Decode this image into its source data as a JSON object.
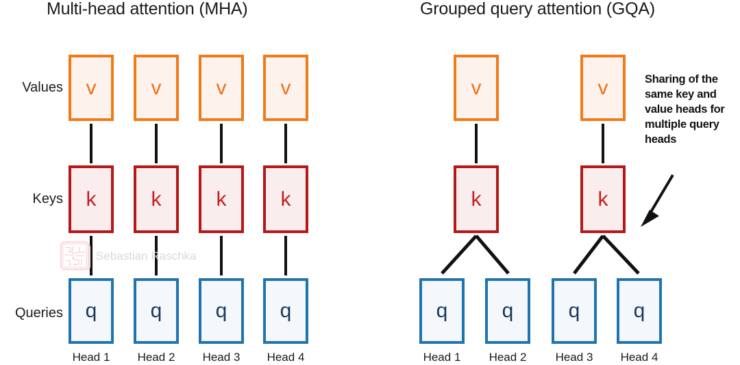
{
  "panels": [
    {
      "id": "mha",
      "title": "Multi-head attention (MHA)",
      "value_label": "v",
      "key_label": "k",
      "query_label": "q",
      "heads": [
        "Head 1",
        "Head 2",
        "Head 3",
        "Head 4"
      ]
    },
    {
      "id": "gqa",
      "title": "Grouped query attention (GQA)",
      "value_label": "v",
      "key_label": "k",
      "query_label": "q",
      "heads": [
        "Head 1",
        "Head 2",
        "Head 3",
        "Head 4"
      ]
    }
  ],
  "row_labels": {
    "values": "Values",
    "keys": "Keys",
    "queries": "Queries"
  },
  "annotation": {
    "text": "Sharing of the same key and value heads for multiple query heads"
  },
  "watermark": {
    "text": "Sebastian Raschka",
    "logo_name": "circuit-logo"
  },
  "colors": {
    "value_border": "#F07A18",
    "value_fill": "#FDF3EC",
    "value_text": "#F0701A",
    "key_border": "#B61717",
    "key_fill": "#FAEDED",
    "key_text": "#C31F1F",
    "query_border": "#1F74B0",
    "query_fill": "#F5F8FB",
    "query_text": "#17375E",
    "connector": "#111111",
    "title_text": "#1a1a1a",
    "watermark_text": "#d9d9d9",
    "background": "#ffffff"
  }
}
